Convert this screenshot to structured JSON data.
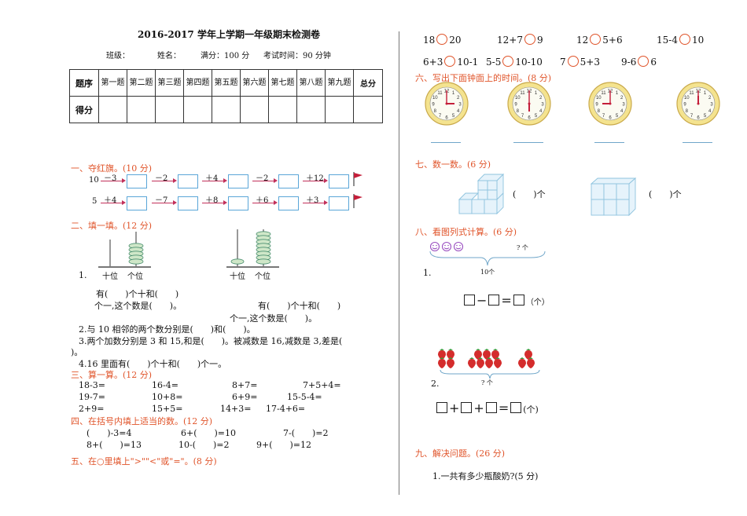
{
  "header": {
    "title": "2016-2017 学年上学期一年级期末检测卷",
    "class_label": "班级：",
    "name_label": "姓名：",
    "score_info": "满分：100 分",
    "time_info": "考试时间：90 分钟"
  },
  "score_table": {
    "row1_header": "题序",
    "row2_header": "得分",
    "columns": [
      "第一题",
      "第二题",
      "第三题",
      "第四题",
      "第五题",
      "第六题",
      "第七题",
      "第八题",
      "第九题"
    ],
    "total": "总分"
  },
  "sec1": {
    "title": "一、夺红旗。(10 分)",
    "row1_start": "10",
    "row1_ops": [
      "－3",
      "－2",
      "＋4",
      "－2",
      "＋12"
    ],
    "row2_start": "5",
    "row2_ops": [
      "＋4",
      "－7",
      "＋8",
      "＋6",
      "＋3"
    ]
  },
  "sec2": {
    "title": "二、填一填。(12 分)",
    "q1_num": "1.",
    "abacus_tens": "十位",
    "abacus_ones": "个位",
    "q1_a": "有(　　)个十和(　　)",
    "q1_b": "个一,这个数是(　　)。",
    "q1_c": "有(　　)个十和(　　)",
    "q1_d": "个一,这个数是(　　)。",
    "q2": "2.与 10 相邻的两个数分别是(　　)和(　　)。",
    "q3a": "3.两个加数分别是 3 和 15,和是(　　)。被减数是 16,减数是 3,差是(",
    "q3b": ")。",
    "q4": "4.16 里面有(　　)个十和(　　)个一。"
  },
  "sec3": {
    "title": "三、算一算。(12 分)",
    "rows": [
      [
        "18-3=",
        "16-4=",
        "8+7=",
        "7+5+4="
      ],
      [
        "19-7=",
        "10+8=",
        "6+9=",
        "15-5-4="
      ],
      [
        "2+9=",
        "15+5=",
        "14+3=",
        "17-4+6="
      ]
    ]
  },
  "sec4": {
    "title": "四、在括号内填上适当的数。(12 分)",
    "rows": [
      [
        "(　　)-3=4",
        "6+(　　)=10",
        "7-(　　)=2"
      ],
      [
        "8+(　　)=13",
        "10-(　　)=2",
        "9+(　　)=12"
      ]
    ]
  },
  "sec5": {
    "title": "五、在○里填上\">\"\"<\"或\"=\"。(8 分)",
    "row1": [
      [
        "18",
        "20"
      ],
      [
        "12+7",
        "9"
      ],
      [
        "12",
        "5+6"
      ],
      [
        "15-4",
        "10"
      ]
    ],
    "row2": [
      [
        "6+3",
        "10-1"
      ],
      [
        "5-5",
        "10-10"
      ],
      [
        "7",
        "5+3"
      ],
      [
        "9-6",
        "6"
      ]
    ]
  },
  "sec6": {
    "title": "六、写出下面钟面上的时间。(8 分)"
  },
  "sec7": {
    "title": "七、数一数。(6 分)",
    "blank": "(　　)个"
  },
  "sec8": {
    "title": "八、看图列式计算。(6 分)",
    "q1_num": "1.",
    "q1_question": "? 个",
    "q1_total": "10个",
    "q1_unit": "（个）",
    "q2_num": "2.",
    "q2_question": "? 个",
    "q2_unit": "(个)"
  },
  "sec9": {
    "title": "九、解决问题。(26 分)",
    "q1": "1.一共有多少瓶酸奶?(5 分)"
  },
  "colors": {
    "section_red": "#e0542a",
    "box_blue": "#5aa6d8",
    "arrow_red": "#c2305a"
  }
}
